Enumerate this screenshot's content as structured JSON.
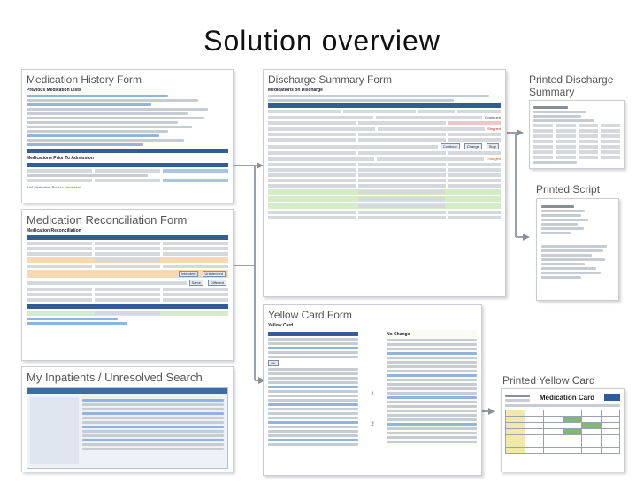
{
  "slide": {
    "title": "Solution overview"
  },
  "panels": {
    "medication_history": {
      "title": "Medication History Form",
      "section_prev": "Previous Medication Lists",
      "section_prior": "Medications Prior To Admission",
      "add_link": "Add Medication Prior to Admission"
    },
    "reconciliation": {
      "title": "Medication Reconciliation Form",
      "section": "Medication Reconciliation",
      "btn_intended": "Intended",
      "btn_unintended": "Unintended",
      "btn_same": "Same",
      "btn_different": "Different"
    },
    "inpatients": {
      "title": "My Inpatients / Unresolved Search"
    },
    "discharge": {
      "title": "Discharge Summary Form",
      "section": "Medications on Discharge",
      "btn_continue": "Continue",
      "btn_change": "Change",
      "btn_stop": "Stop",
      "status_continued": "Continued",
      "status_stopped": "Stopped",
      "status_changed": "Changed"
    },
    "yellow_card": {
      "title": "Yellow Card Form",
      "section": "Yellow Card",
      "no_change": "No Change",
      "item_1": "1",
      "item_2": "2"
    },
    "printed_discharge": {
      "title_line1": "Printed Discharge",
      "title_line2": "Summary"
    },
    "printed_script": {
      "title": "Printed Script"
    },
    "printed_yellow": {
      "title": "Printed Yellow Card",
      "card_heading": "Medication Card"
    }
  }
}
